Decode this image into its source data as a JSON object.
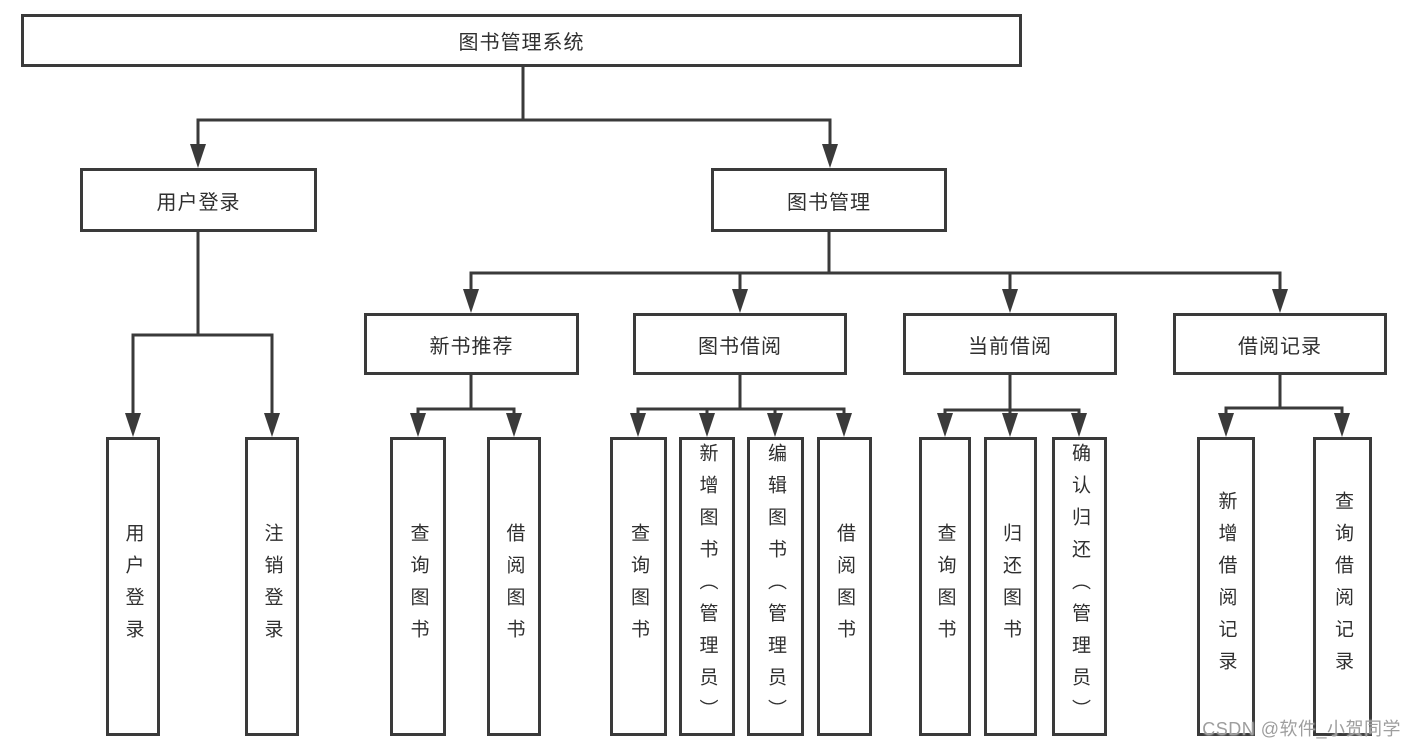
{
  "tree": {
    "root": "图书管理系统",
    "level2": [
      "用户登录",
      "图书管理"
    ],
    "level3": [
      "新书推荐",
      "图书借阅",
      "当前借阅",
      "借阅记录"
    ],
    "user_login_children": [
      "用户登录",
      "注销登录"
    ],
    "new_book_children": [
      "查询图书",
      "借阅图书"
    ],
    "borrowing_children": [
      "查询图书",
      "新增图书（管理员）",
      "编辑图书（管理员）",
      "借阅图书"
    ],
    "current_children": [
      "查询图书",
      "归还图书",
      "确认归还（管理员）"
    ],
    "records_children": [
      "新增借阅记录",
      "查询借阅记录"
    ]
  },
  "watermark": "CSDN @软件_小贺同学",
  "colors": {
    "line": "#3a3a3a",
    "box_border": "#3a3a3a",
    "text": "#2f2f2f",
    "watermark": "#9e9e9e",
    "background": "#ffffff"
  }
}
